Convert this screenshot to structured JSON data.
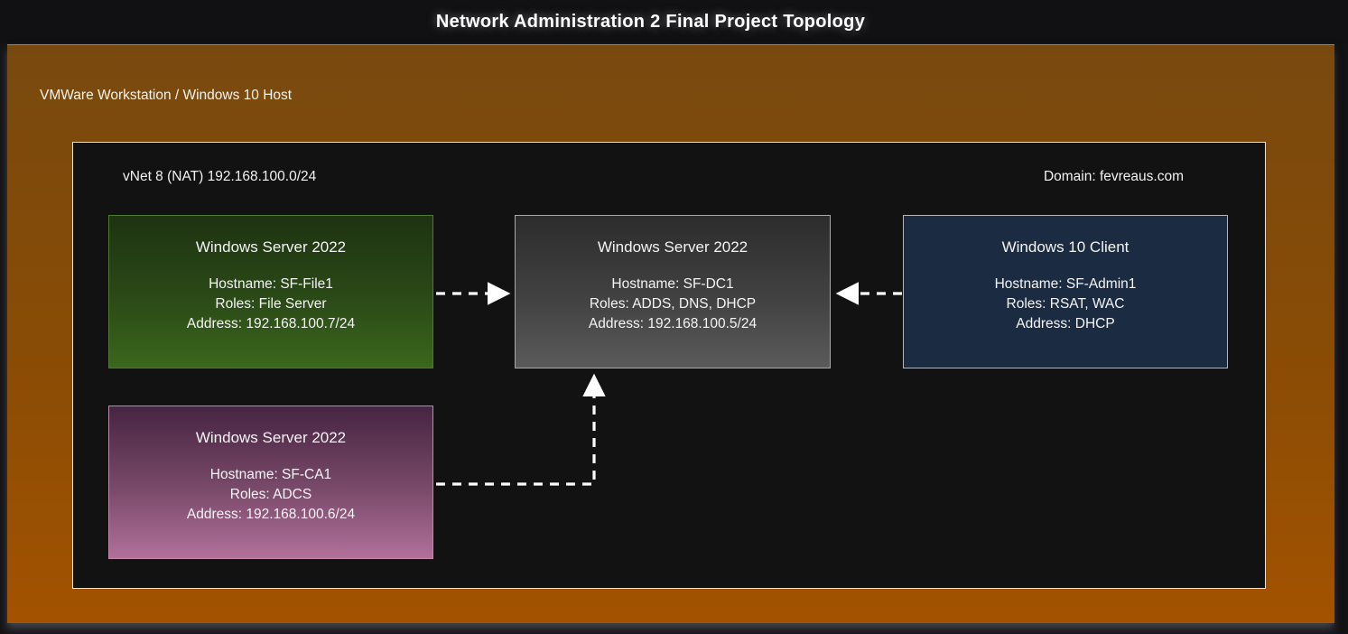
{
  "title": "Network Administration 2 Final Project Topology",
  "host_panel": {
    "label": "VMWare Workstation / Windows 10 Host",
    "bg_top_color": "#78490f",
    "bg_bottom_color": "#a35300"
  },
  "vnet_panel": {
    "label": "vNet 8 (NAT) 192.168.100.0/24",
    "domain_label": "Domain: fevreaus.com",
    "bg_color": "#121212"
  },
  "nodes": [
    {
      "id": "sf-file1",
      "title": "Windows Server 2022",
      "lines": [
        "Hostname: SF-File1",
        "Roles: File Server",
        "Address: 192.168.100.7/24"
      ],
      "color_top": "#1e3312",
      "color_bottom": "#3b671d",
      "border_color": "#507c2d"
    },
    {
      "id": "sf-dc1",
      "title": "Windows Server 2022",
      "lines": [
        "Hostname: SF-DC1",
        "Roles: ADDS, DNS, DHCP",
        "Address: 192.168.100.5/24"
      ],
      "color_top": "#2c2c2c",
      "color_bottom": "#5a5a5a",
      "border_color": "#a9a9a9"
    },
    {
      "id": "sf-admin1",
      "title": "Windows 10 Client",
      "lines": [
        "Hostname: SF-Admin1",
        "Roles: RSAT, WAC",
        "Address: DHCP"
      ],
      "color_top": "#1b2c42",
      "color_bottom": "#1b2c42",
      "border_color": "#b4b7ba"
    },
    {
      "id": "sf-ca1",
      "title": "Windows Server 2022",
      "lines": [
        "Hostname: SF-CA1",
        "Roles: ADCS",
        "Address: 192.168.100.6/24"
      ],
      "color_top": "#462542",
      "color_bottom": "#b1709a",
      "border_color": "#c389a9"
    }
  ],
  "connections": [
    {
      "from": "SF-File1",
      "to": "SF-DC1",
      "style": "white-dashed-arrow"
    },
    {
      "from": "SF-Admin1",
      "to": "SF-DC1",
      "style": "white-dashed-arrow"
    },
    {
      "from": "SF-CA1",
      "to": "SF-DC1",
      "style": "white-dashed-arrow"
    }
  ]
}
